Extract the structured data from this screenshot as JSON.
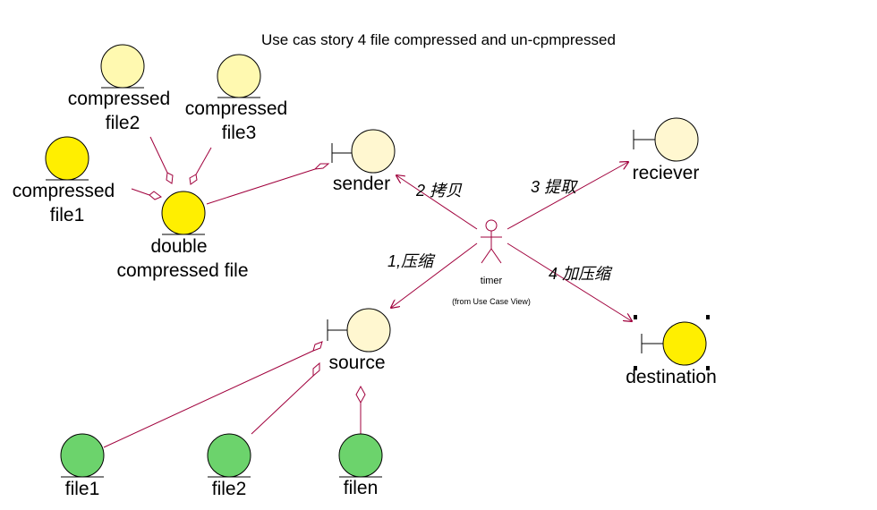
{
  "title": "Use cas story 4  file compressed and un-cpmpressed",
  "colors": {
    "bright_yellow": "#ffef00",
    "pale_yellow": "#fff9b0",
    "cream": "#fff7d0",
    "green": "#6cd36c",
    "link": "#a0003c",
    "outline": "#000000"
  },
  "entities": {
    "compressed_file2": {
      "label_line1": "compressed",
      "label_line2": "file2"
    },
    "compressed_file3": {
      "label_line1": "compressed",
      "label_line2": "file3"
    },
    "compressed_file1": {
      "label_line1": "compressed",
      "label_line2": "file1"
    },
    "double_compressed": {
      "label_line1": "double",
      "label_line2": "compressed file"
    },
    "file1": {
      "label": "file1"
    },
    "file2": {
      "label": "file2"
    },
    "filen": {
      "label": "filen"
    }
  },
  "boundaries": {
    "sender": {
      "label": "sender"
    },
    "reciever": {
      "label": "reciever"
    },
    "source": {
      "label": "source"
    },
    "destination": {
      "label": "destination"
    }
  },
  "actor": {
    "name": "timer",
    "note": "(from Use Case View)"
  },
  "messages": {
    "m1": "1,压缩",
    "m2": "2 拷贝",
    "m3": "3 提取",
    "m4": "4 加压缩"
  }
}
